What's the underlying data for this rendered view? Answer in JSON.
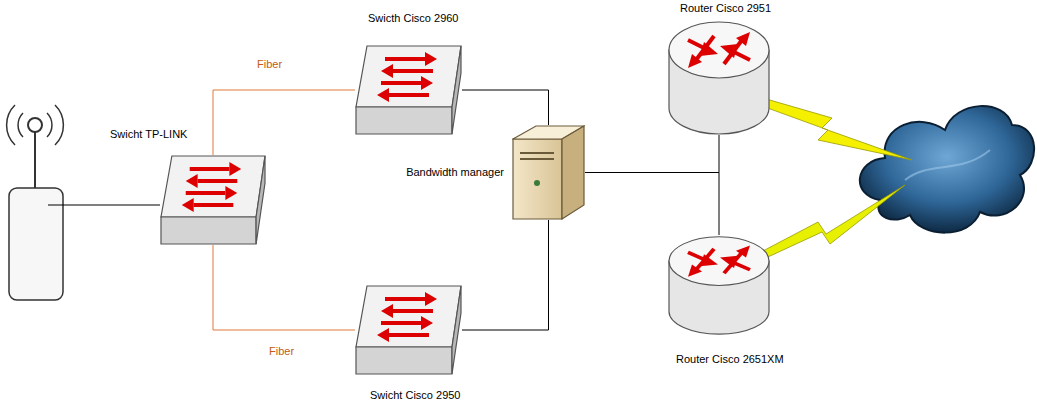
{
  "diagram": {
    "nodes": [
      {
        "text": [
          "Swicht TP-LINK"
        ]
      },
      {
        "text": [
          "Swicth Cisco 2960"
        ]
      },
      {
        "text": [
          "Swicht Cisco 2950"
        ]
      },
      {
        "text": [
          "Bandwidth manager"
        ]
      },
      {
        "text": [
          "Router Cisco 2951"
        ]
      },
      {
        "text": [
          "Router Cisco 2651XM"
        ]
      }
    ],
    "edges": [
      {
        "from": 0,
        "to": 1,
        "arrow": "none",
        "label": "Fiber"
      },
      {
        "from": 0,
        "to": 2,
        "arrow": "none",
        "label": "Fiber"
      },
      {
        "from": 1,
        "to": 3,
        "arrow": "none"
      },
      {
        "from": 2,
        "to": 3,
        "arrow": "none"
      },
      {
        "from": 3,
        "to": 4,
        "arrow": "none"
      },
      {
        "from": 3,
        "to": 5,
        "arrow": "none"
      }
    ]
  }
}
